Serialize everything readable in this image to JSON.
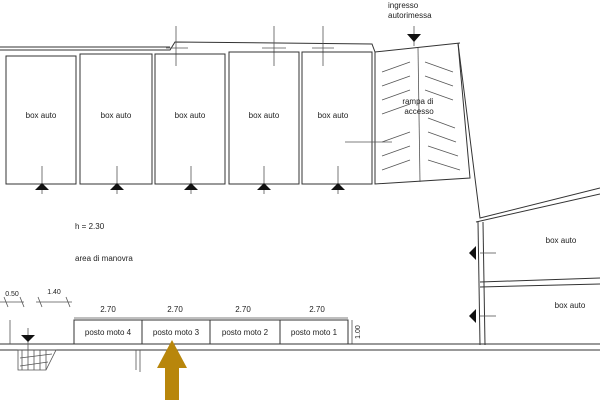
{
  "entrance": {
    "line1": "ingresso",
    "line2": "autorimessa"
  },
  "ramp": {
    "line1": "rampa di",
    "line2": "accesso"
  },
  "boxes": [
    {
      "label": "box auto"
    },
    {
      "label": "box auto"
    },
    {
      "label": "box auto"
    },
    {
      "label": "box auto"
    },
    {
      "label": "box auto"
    }
  ],
  "right_boxes": [
    {
      "label": "box auto"
    },
    {
      "label": "box auto"
    }
  ],
  "height_note": "h = 2.30",
  "maneuver_area": "area di manovra",
  "dimensions": {
    "d050": "0.50",
    "d140": "1.40",
    "moto_widths": [
      "2.70",
      "2.70",
      "2.70",
      "2.70"
    ],
    "depth": "1.00"
  },
  "moto_spaces": [
    {
      "label": "posto moto 4"
    },
    {
      "label": "posto moto 3"
    },
    {
      "label": "posto moto 2"
    },
    {
      "label": "posto moto 1"
    }
  ],
  "colors": {
    "highlight_arrow": "#b8860b",
    "lines": "#333333"
  }
}
